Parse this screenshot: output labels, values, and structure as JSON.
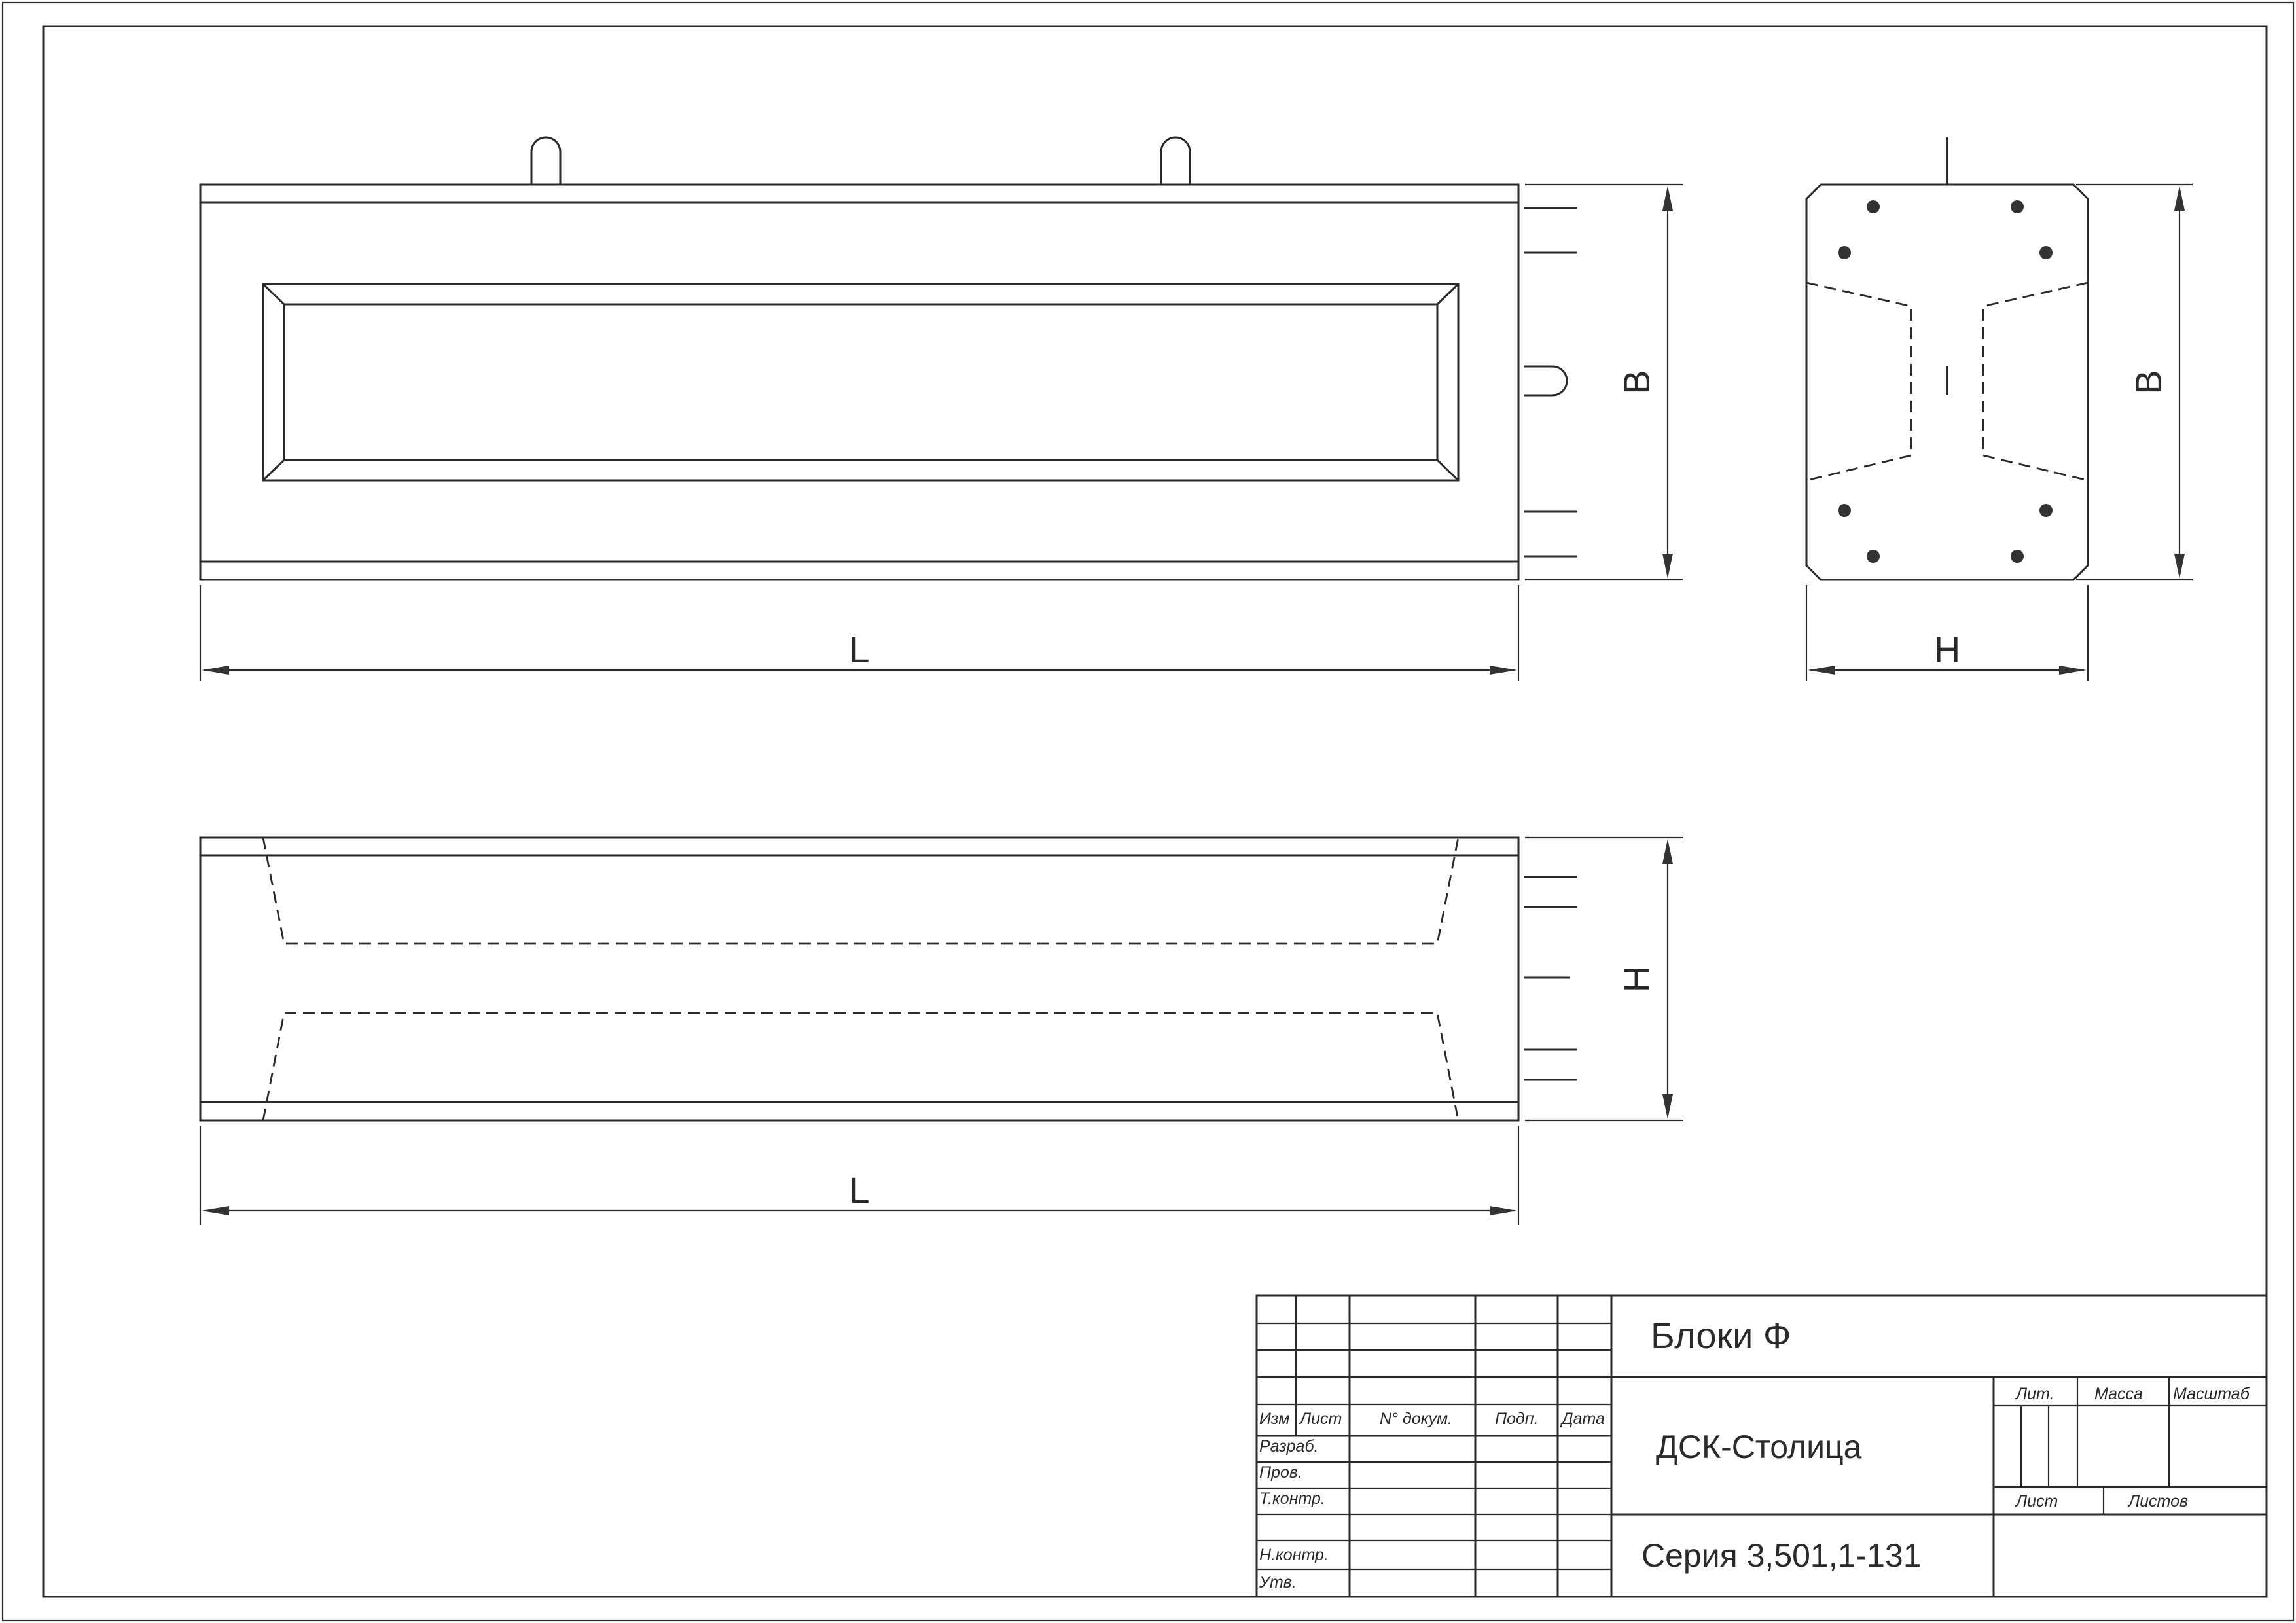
{
  "dimensions": {
    "length": "L",
    "width": "B",
    "height": "H"
  },
  "title_block": {
    "title": "Блоки Ф",
    "organization": "ДСК-Столица",
    "series": "Серия 3,501,1-131",
    "columns": {
      "izm": "Изм",
      "list": "Лист",
      "doc_no": "N° докум.",
      "sign": "Подп.",
      "date": "Дата"
    },
    "rows": {
      "developed": "Разраб.",
      "checked": "Пров.",
      "tech_control": "Т.контр.",
      "norm_control": "Н.контр.",
      "approved": "Утв."
    },
    "right_header": {
      "lit": "Лит.",
      "mass": "Масса",
      "scale": "Масштаб"
    },
    "right_footer": {
      "sheet": "Лист",
      "sheets": "Листов"
    }
  }
}
